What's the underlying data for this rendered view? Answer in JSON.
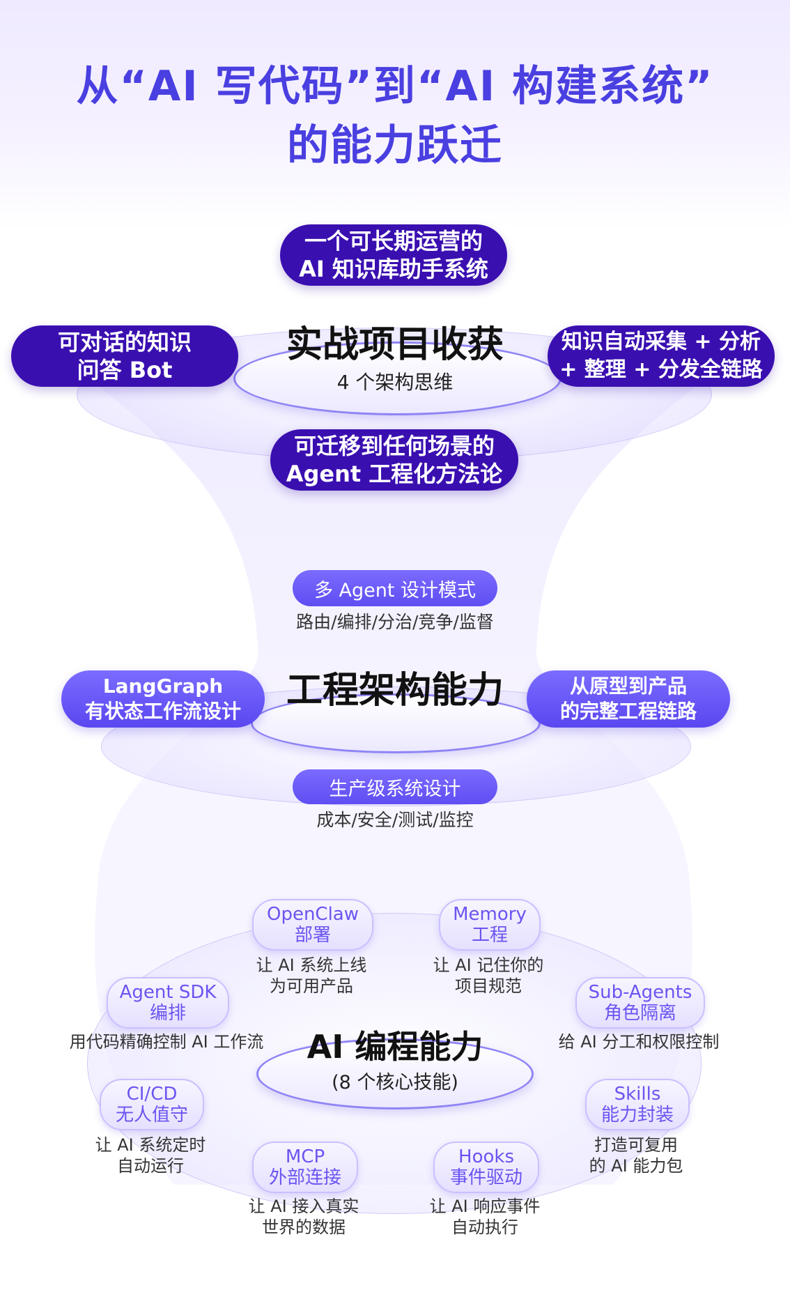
{
  "title": {
    "line1": "从“AI 写代码”到“AI 构建系统”",
    "line2": "的能力跃迁"
  },
  "tier_top": {
    "heading": "实战项目收获",
    "subheading": "4 个架构思维",
    "top_pill": [
      "一个可长期运营的",
      "AI 知识库助手系统"
    ],
    "left_pill": [
      "可对话的知识",
      "问答 Bot"
    ],
    "right_pill": [
      "知识自动采集 + 分析",
      "+ 整理 + 分发全链路"
    ],
    "bottom_pill": [
      "可迁移到任何场景的",
      "Agent 工程化方法论"
    ]
  },
  "tier_mid": {
    "heading": "工程架构能力",
    "top_pill": "多 Agent 设计模式",
    "top_caption": "路由/编排/分治/竞争/监督",
    "left_pill": [
      "LangGraph",
      "有状态工作流设计"
    ],
    "right_pill": [
      "从原型到产品",
      "的完整工程链路"
    ],
    "bottom_pill": "生产级系统设计",
    "bottom_caption": "成本/安全/测试/监控"
  },
  "tier_bottom": {
    "heading": "AI 编程能力",
    "subheading": "(8 个核心技能)",
    "skills": [
      {
        "id": "openclaw",
        "label": [
          "OpenClaw",
          "部署"
        ],
        "caption": [
          "让 AI 系统上线",
          "为可用产品"
        ]
      },
      {
        "id": "memory",
        "label": [
          "Memory",
          "工程"
        ],
        "caption": [
          "让 AI 记住你的",
          "项目规范"
        ]
      },
      {
        "id": "agent-sdk",
        "label": [
          "Agent SDK",
          "编排"
        ],
        "caption": [
          "用代码精确控制 AI 工作流"
        ]
      },
      {
        "id": "sub-agents",
        "label": [
          "Sub-Agents",
          "角色隔离"
        ],
        "caption": [
          "给 AI 分工和权限控制"
        ]
      },
      {
        "id": "cicd",
        "label": [
          "CI/CD",
          "无人值守"
        ],
        "caption": [
          "让 AI 系统定时",
          "自动运行"
        ]
      },
      {
        "id": "skills",
        "label": [
          "Skills",
          "能力封装"
        ],
        "caption": [
          "打造可复用",
          "的 AI 能力包"
        ]
      },
      {
        "id": "mcp",
        "label": [
          "MCP",
          "外部连接"
        ],
        "caption": [
          "让 AI 接入真实",
          "世界的数据"
        ]
      },
      {
        "id": "hooks",
        "label": [
          "Hooks",
          "事件驱动"
        ],
        "caption": [
          "让 AI 响应事件",
          "自动执行"
        ]
      }
    ]
  },
  "colors": {
    "title": "#4a3fe0",
    "dark_pill": "#3a0fb0",
    "blue_pill": "#5a47f0",
    "light_pill_text": "#6a55f0"
  }
}
